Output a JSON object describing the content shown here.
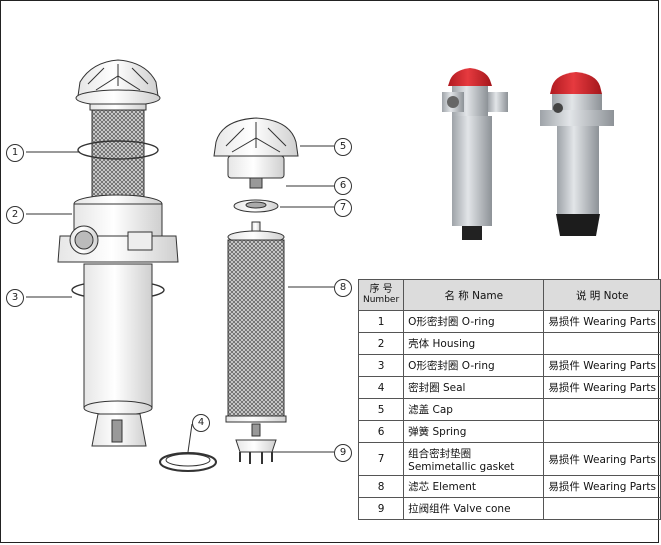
{
  "callouts": [
    "1",
    "2",
    "3",
    "4",
    "5",
    "6",
    "7",
    "8",
    "9"
  ],
  "table": {
    "header": {
      "num_cn": "序 号",
      "num_en": "Number",
      "name": "名 称 Name",
      "note": "说 明 Note"
    },
    "rows": [
      {
        "num": "1",
        "name": "O形密封圈  O-ring",
        "note": "易损件 Wearing Parts"
      },
      {
        "num": "2",
        "name": "壳体   Housing",
        "note": ""
      },
      {
        "num": "3",
        "name": "O形密封圈  O-ring",
        "note": "易损件 Wearing Parts"
      },
      {
        "num": "4",
        "name": "密封圈   Seal",
        "note": "易损件 Wearing Parts"
      },
      {
        "num": "5",
        "name": "滤盖   Cap",
        "note": ""
      },
      {
        "num": "6",
        "name": "弹簧   Spring",
        "note": ""
      },
      {
        "num": "7",
        "name": "组合密封垫圈",
        "name2": "Semimetallic gasket",
        "note": "易损件 Wearing Parts"
      },
      {
        "num": "8",
        "name": "滤芯   Element",
        "note": "易损件 Wearing Parts"
      },
      {
        "num": "9",
        "name": "拉阀组件   Valve cone",
        "note": ""
      }
    ]
  },
  "colors": {
    "cap_red": "#d9262c",
    "housing_silver": "#c9cccf",
    "line": "#333333"
  }
}
